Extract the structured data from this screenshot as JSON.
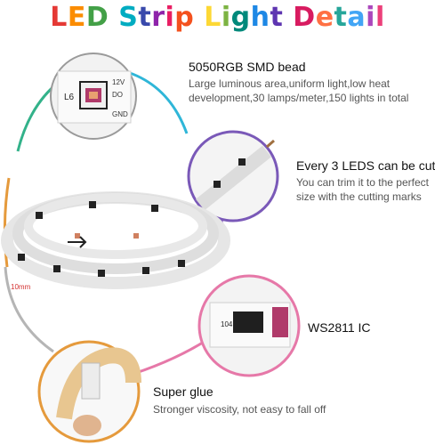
{
  "title": {
    "text": "LED Strip Light Detail",
    "letter_colors": [
      "#e53935",
      "#fb8c00",
      "#43a047",
      "#00acc1",
      "#3949ab",
      "#8e24aa",
      "#e91e63",
      "#f4511e",
      "#fdd835",
      "#7cb342",
      "#00897b",
      "#1e88e5",
      "#5e35b1",
      "#d81b60",
      "#ff7043",
      "#26a69a",
      "#42a5f5",
      "#ab47bc",
      "#ec407a",
      "#ffa726",
      "#66bb6a",
      "#26c6da"
    ]
  },
  "colors": {
    "ring_green": "#33b28a",
    "ring_cyan": "#2fb6d8",
    "ring_purple": "#8a56c2",
    "ring_pink": "#e678a8",
    "ring_gray": "#b5b5b5",
    "ring_orange": "#e59a3c"
  },
  "features": [
    {
      "heading": "5050RGB SMD bead",
      "desc": "Large luminous area,uniform light,low heat development,30 lamps/meter,150 lights in total",
      "callout": {
        "board_label": "L6",
        "pins": [
          "12V",
          "DO",
          "GND"
        ]
      }
    },
    {
      "heading": "Every 3 LEDS can be cut",
      "desc": "You can trim it to the perfect size with the cutting marks"
    },
    {
      "heading": "WS2811 IC",
      "desc": "",
      "callout": {
        "board_label": "104"
      }
    },
    {
      "heading": "Super glue",
      "desc": "Stronger viscosity, not easy to fall off"
    }
  ],
  "strip_label": "10mm"
}
